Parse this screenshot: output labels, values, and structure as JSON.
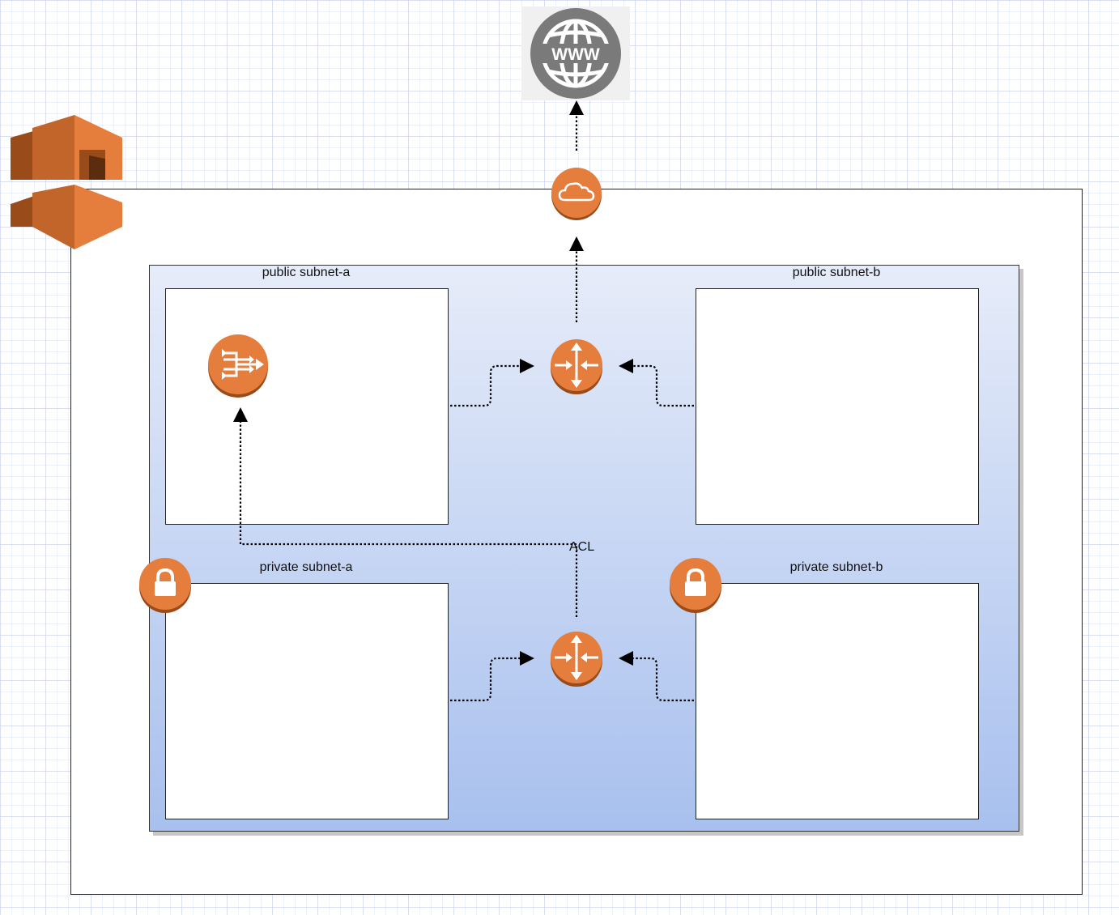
{
  "diagram": {
    "subnets": {
      "public_a": "public subnet-a",
      "public_b": "public subnet-b",
      "private_a": "private subnet-a",
      "private_b": "private subnet-b"
    },
    "acl_label": "ACL",
    "globe_text": "WWW",
    "icons": {
      "aws_region": "aws-region-icon",
      "internet": "globe-www-icon",
      "internet_gateway": "cloud-icon",
      "nat_gateway": "nat-gateway-icon",
      "router_public": "router-icon",
      "router_private": "router-icon",
      "lock_a": "lock-icon",
      "lock_b": "lock-icon"
    },
    "colors": {
      "aws_orange": "#E57D3C",
      "aws_orange_dark": "#9A4B1A",
      "globe_gray": "#777777",
      "region_top": "#e6ecf9",
      "region_bottom": "#a8c0ee"
    }
  }
}
